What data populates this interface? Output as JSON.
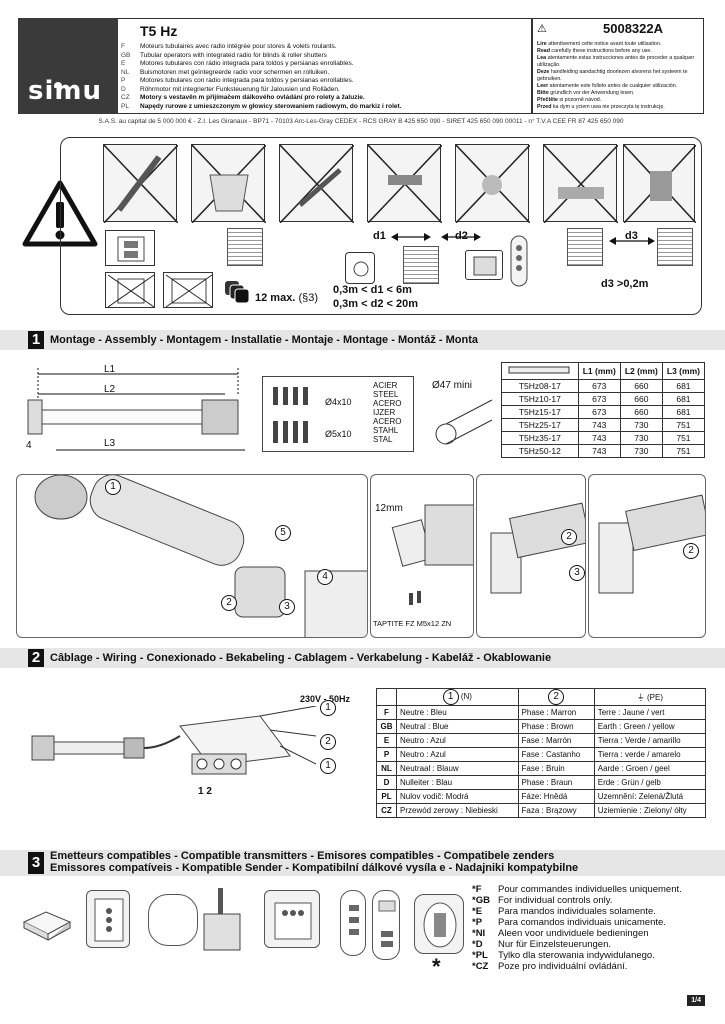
{
  "header": {
    "brand": "simu",
    "product": "T5 Hz",
    "reference": "5008322A",
    "lang_codes": [
      "F",
      "GB",
      "E",
      "NL",
      "P",
      "D",
      "CZ",
      "PL"
    ],
    "lines": [
      "Moteurs tubulaires avec radio intégrée pour stores & volets roulants.",
      "Tubular operators with integrated radio for blinds & roller shutters",
      "Motores tubulares con rádio integrada para toldos y persianas enrollables.",
      "Buismotoren met geïntegreerde radio voor schermen en rolluiken.",
      "Motores tubulares con radio integrada para toldos y persianas enrollables.",
      "Röhrmotor mit integrierter Funksteuerung für Jalousien und Rolläden.",
      "Motory s vestavěn m přijímačem dálkového ovládání pro rolety a žaluzie.",
      "Napędy rurowe z umieszczonym w głowicy sterowaniem radiowym, do markiz i rolet."
    ],
    "warnings": [
      {
        "bold": "Lire",
        "rest": " attentivement cette notice avant toute utilisation."
      },
      {
        "bold": "Read",
        "rest": " carefully these instructions before any use."
      },
      {
        "bold": "Lea",
        "rest": " atentamente estas instrucciones antes de proceder a qualquer utilização."
      },
      {
        "bold": "Deze",
        "rest": " handleiding aandachtig doorlezen alvorens het systeem te gebruiken."
      },
      {
        "bold": "Leer",
        "rest": " atentamente este folleto antes de cualquier utilización."
      },
      {
        "bold": "Bitte",
        "rest": " gründlich vor der Anwendung lesen."
      },
      {
        "bold": "Přečtěte",
        "rest": " si pozorně návod."
      },
      {
        "bold": "Przed",
        "rest": " ka dym u yciem uwa nie przeczyta  tę instrukcję."
      }
    ],
    "legal": "S.A.S. au capital de 5 000 000 € - Z.I. Les Giranaux - BP71 - 70103 Arc-Les-Gray CEDEX - RCS GRAY B 425 650 090 - SIRET 425 650 090 00011 - n° T.V.A CEE FR 87 425 650 090"
  },
  "safety": {
    "max_label": "12 max.",
    "max_ref": "(§3)",
    "d1_label": "d1",
    "d2_label": "d2",
    "d3_label": "d3",
    "d1_range": "0,3m < d1 < 6m",
    "d2_range": "0,3m < d2 < 20m",
    "d3_range": "d3 >0,2m"
  },
  "section1": {
    "num": "1",
    "title": "Montage - Assembly - Montagem - Installatie - Montaje - Montage - Montáž - Monta",
    "dims": {
      "L1": "L1",
      "L2": "L2",
      "L3": "L3",
      "offset": "4",
      "tube": "Ø47 mini"
    },
    "screws": {
      "a": "Ø4x10",
      "b": "Ø5x10"
    },
    "materials": [
      "ACIER",
      "STEEL",
      "ACERO",
      "IJZER",
      "ACERO",
      "STAHL",
      "STAL"
    ],
    "table_headers": [
      "",
      "L1 (mm)",
      "L2 (mm)",
      "L3 (mm)"
    ],
    "rows": [
      [
        "T5Hz08-17",
        "673",
        "660",
        "681"
      ],
      [
        "T5Hz10-17",
        "673",
        "660",
        "681"
      ],
      [
        "T5Hz15-17",
        "673",
        "660",
        "681"
      ],
      [
        "T5Hz25-17",
        "743",
        "730",
        "751"
      ],
      [
        "T5Hz35-17",
        "743",
        "730",
        "751"
      ],
      [
        "T5Hz50-12",
        "743",
        "730",
        "751"
      ]
    ],
    "bracket_dim": "12mm",
    "screw_ref": "TAPTITE FZ M5x12 ZN",
    "callouts": [
      "1",
      "2",
      "3",
      "4",
      "5"
    ]
  },
  "section2": {
    "num": "2",
    "title": "Câblage - Wiring - Conexionado - Bekabeling - Cablagem - Verkabelung - Kabeláž - Okablowanie",
    "supply": "230V - 50Hz",
    "terminals": "1  2",
    "head": [
      {
        "num": "1",
        "tag": "(N)"
      },
      {
        "num": "2",
        "tag": ""
      },
      {
        "num": "",
        "tag": "(PE)"
      }
    ],
    "rows": [
      [
        "F",
        "Neutre : Bleu",
        "Phase : Marron",
        "Terre : Jaune / vert"
      ],
      [
        "GB",
        "Neutral : Blue",
        "Phase : Brown",
        "Earth : Green / yellow"
      ],
      [
        "E",
        "Neutro : Azul",
        "Fase : Marrón",
        "Tierra : Verde / amarillo"
      ],
      [
        "P",
        "Neutro : Azul",
        "Fase : Castanho",
        "Tierra : verde / amarelo"
      ],
      [
        "NL",
        "Neutraal : Blauw",
        "Fase : Bruin",
        "Aarde : Groen / geel"
      ],
      [
        "D",
        "Nulleiter : Blau",
        "Phase : Braun",
        "Erde : Grün / gelb"
      ],
      [
        "PL",
        "Nulov  vodič: Modrá",
        "Fáze: Hnědá",
        "Uzemnění: Zelená/Žlutá"
      ],
      [
        "CZ",
        "Przewód zerowy : Niebieski",
        "Faza : Brązowy",
        "Uziemienie : Zielony/  ółty"
      ]
    ]
  },
  "section3": {
    "num": "3",
    "title_line1": "Emetteurs compatibles - Compatible transmitters - Emisores compatibles - Compatibele zenders",
    "title_line2": "Emissores compatíveis - Kompatible Sender - Kompatibilní dálkové vysíla  e - Nadajniki kompatybilne",
    "star": "*",
    "notes": [
      {
        "k": "*F",
        "v": "Pour commandes individuelles uniquement."
      },
      {
        "k": "*GB",
        "v": "For individual controls only."
      },
      {
        "k": "*E",
        "v": "Para mandos individuales solamente."
      },
      {
        "k": "*P",
        "v": "Para comandos individuais unicamente."
      },
      {
        "k": "*NI",
        "v": "Aleen voor undividuele bedieningen"
      },
      {
        "k": "*D",
        "v": "Nur für Einzelsteuerungen."
      },
      {
        "k": "*PL",
        "v": "Tylko dla sterowania indywidulanego."
      },
      {
        "k": "*CZ",
        "v": "Poze pro individuální ovládání."
      }
    ]
  },
  "page": "1/4"
}
